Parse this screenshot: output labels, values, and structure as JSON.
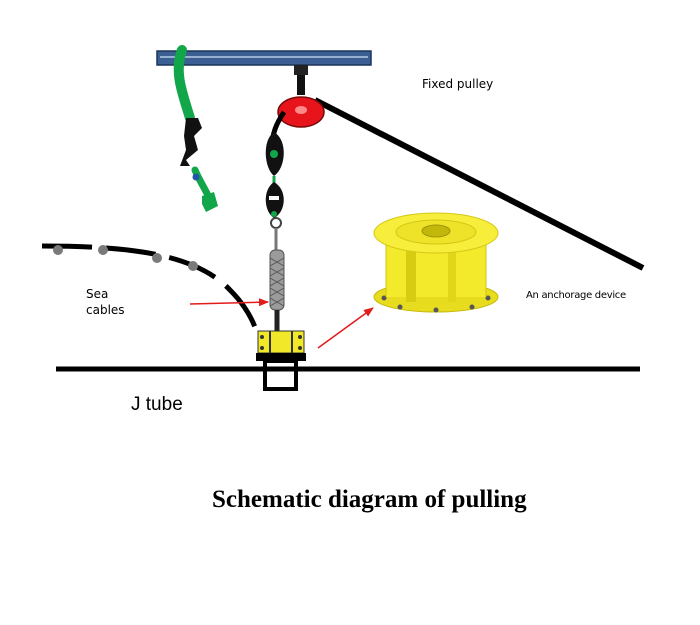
{
  "labels": {
    "fixed_pulley": "Fixed pulley",
    "sea_cables": "Sea\ncables",
    "anchorage_device": "An anchorage device",
    "j_tube": "J tube",
    "title": "Schematic diagram of pulling"
  },
  "colors": {
    "beam": "#3b5f93",
    "pulley": "#e8141b",
    "anchorage": "#f2e82a",
    "green_rope": "#12a64a",
    "arrow": "#e21b1b",
    "line": "#000000"
  }
}
